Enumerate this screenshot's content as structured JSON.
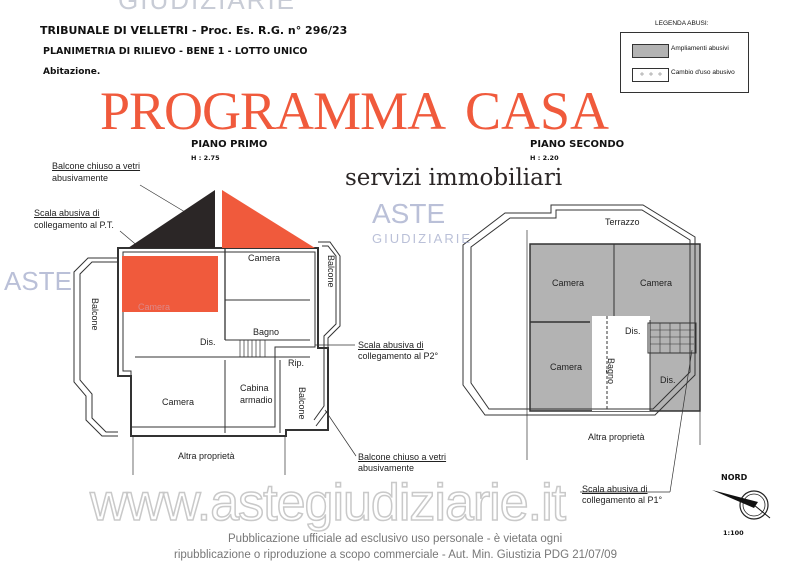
{
  "watermarks": {
    "top_fragment": "GIUDIZIARIE",
    "aste_logo": "ASTE",
    "aste_logo_sub": "GIUDIZIARIE",
    "brand_word1": "PROGRAMMA",
    "brand_word2": "CASA",
    "brand_tagline": "servizi immobiliari",
    "website": "www.astegiudiziarie.it",
    "colors": {
      "brand_orange": "#f05a3c",
      "brand_dark": "#2b2626",
      "watermark_gray": "#c9c9c9"
    }
  },
  "header": {
    "title": "TRIBUNALE DI VELLETRI - Proc. Es. R.G. n° 296/23",
    "subtitle": "PLANIMETRIA DI RILIEVO - BENE 1 - LOTTO UNICO",
    "type": "Abitazione."
  },
  "legend": {
    "title": "LEGENDA ABUSI:",
    "items": [
      {
        "label": "Ampliamenti abusivi",
        "fill": "#b3b3b3"
      },
      {
        "label": "Cambio d'uso abusivo",
        "fill": "#ffffff"
      }
    ]
  },
  "piano_primo": {
    "title": "PIANO PRIMO",
    "height": "H : 2.75",
    "rooms": [
      "Camera",
      "Camera",
      "Bagno",
      "Dis.",
      "Rip.",
      "Cabina",
      "armadio",
      "Camera",
      "Balcone",
      "Balcone",
      "Balcone"
    ],
    "outside": "Altra proprietà",
    "annotations": {
      "balcone_chiuso_1a": "Balcone chiuso a vetri",
      "balcone_chiuso_1b": "abusivamente",
      "scala_pt_a": "Scala abusiva di",
      "scala_pt_b": "collegamento al P.T.",
      "scala_p2_a": "Scala abusiva di",
      "scala_p2_b": "collegamento al P2°",
      "balcone_chiuso_2a": "Balcone chiuso a vetri",
      "balcone_chiuso_2b": "abusivamente"
    }
  },
  "piano_secondo": {
    "title": "PIANO SECONDO",
    "height": "H : 2.20",
    "rooms": [
      "Terrazzo",
      "Camera",
      "Camera",
      "Camera",
      "Dis.",
      "Bagno",
      "Dis."
    ],
    "outside": "Altra proprietà",
    "annotations": {
      "scala_p1_a": "Scala abusiva di",
      "scala_p1_b": "collegamento al P1°"
    }
  },
  "north": {
    "label": "NORD",
    "scale": "1:100"
  },
  "footer": {
    "line1": "Pubblicazione ufficiale ad esclusivo uso personale - è vietata ogni",
    "line2": "ripubblicazione o riproduzione a scopo commerciale - Aut. Min. Giustizia PDG 21/07/09"
  }
}
